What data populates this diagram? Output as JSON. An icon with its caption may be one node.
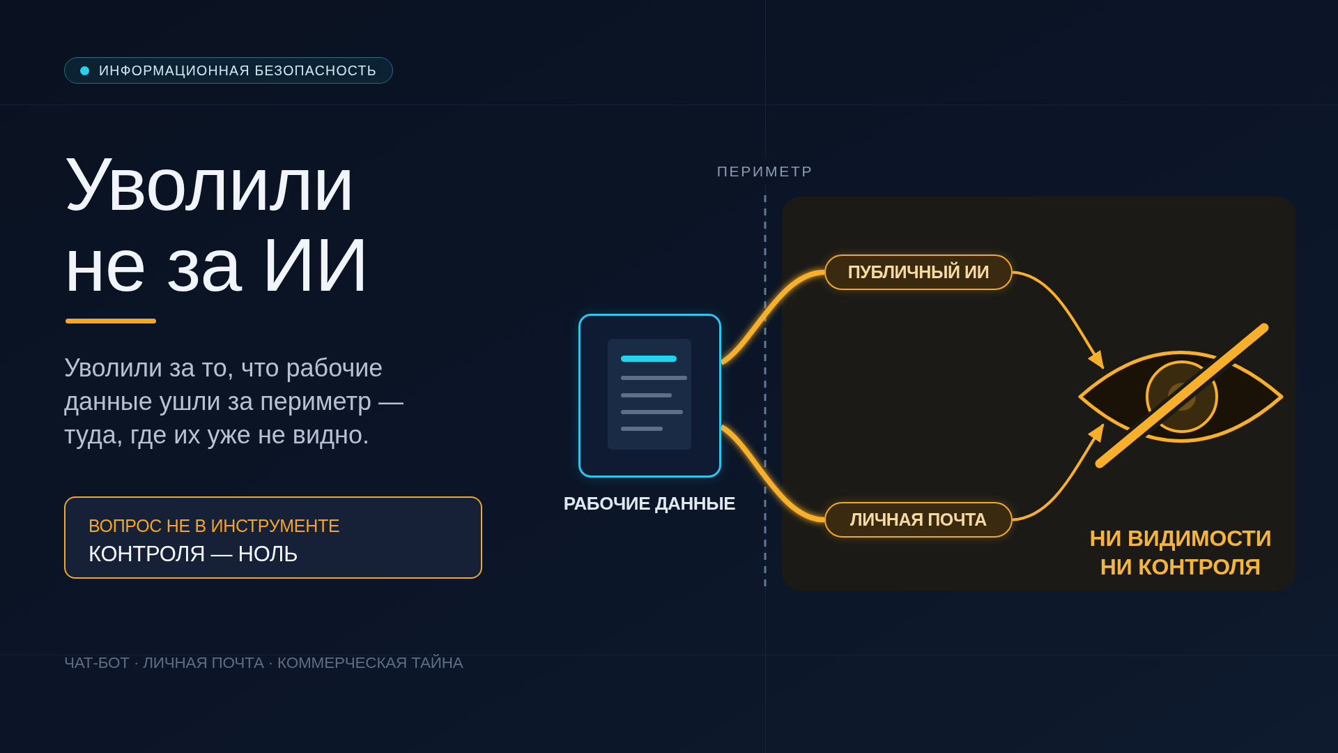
{
  "diagram": {
    "title": "Уволили не за ИИ",
    "nodes": [
      {
        "text": [
          "ИНФОРМАЦИОННАЯ БЕЗОПАСНОСТЬ"
        ]
      },
      {
        "text": [
          "ВОПРОС НЕ В ИНСТРУМЕНТЕ",
          "КОНТРОЛЯ — НОЛЬ"
        ]
      },
      {
        "text": [],
        "shape": "box",
        "beside": [
          "РАБОЧИЕ ДАННЫЕ"
        ]
      },
      {
        "text": [],
        "shape": "box"
      },
      {
        "text": [
          "ПУБЛИЧНЫЙ ИИ"
        ],
        "in": 3
      },
      {
        "text": [
          "ЛИЧНАЯ ПОЧТА"
        ],
        "in": 3
      },
      {
        "text": [],
        "shape": "picture",
        "in": 3,
        "beside": [
          "НИ ВИДИМОСТИ НИ КОНТРОЛЯ"
        ]
      }
    ],
    "edges": [
      {
        "from": 2,
        "to": 4,
        "arrow": "none",
        "style": "thick"
      },
      {
        "from": 2,
        "to": 5,
        "arrow": "none",
        "style": "thick"
      },
      {
        "from": 4,
        "to": 6,
        "arrow": "to"
      },
      {
        "from": 5,
        "to": 6,
        "arrow": "to"
      }
    ],
    "labels": [
      "Уволили за то, что рабочие данные ушли за периметр — туда, где их уже не видно.",
      "ПЕРИМЕТР",
      "ЧАТ-БОТ · ЛИЧНАЯ ПОЧТА · КОММЕРЧЕСКАЯ ТАЙНА"
    ]
  }
}
